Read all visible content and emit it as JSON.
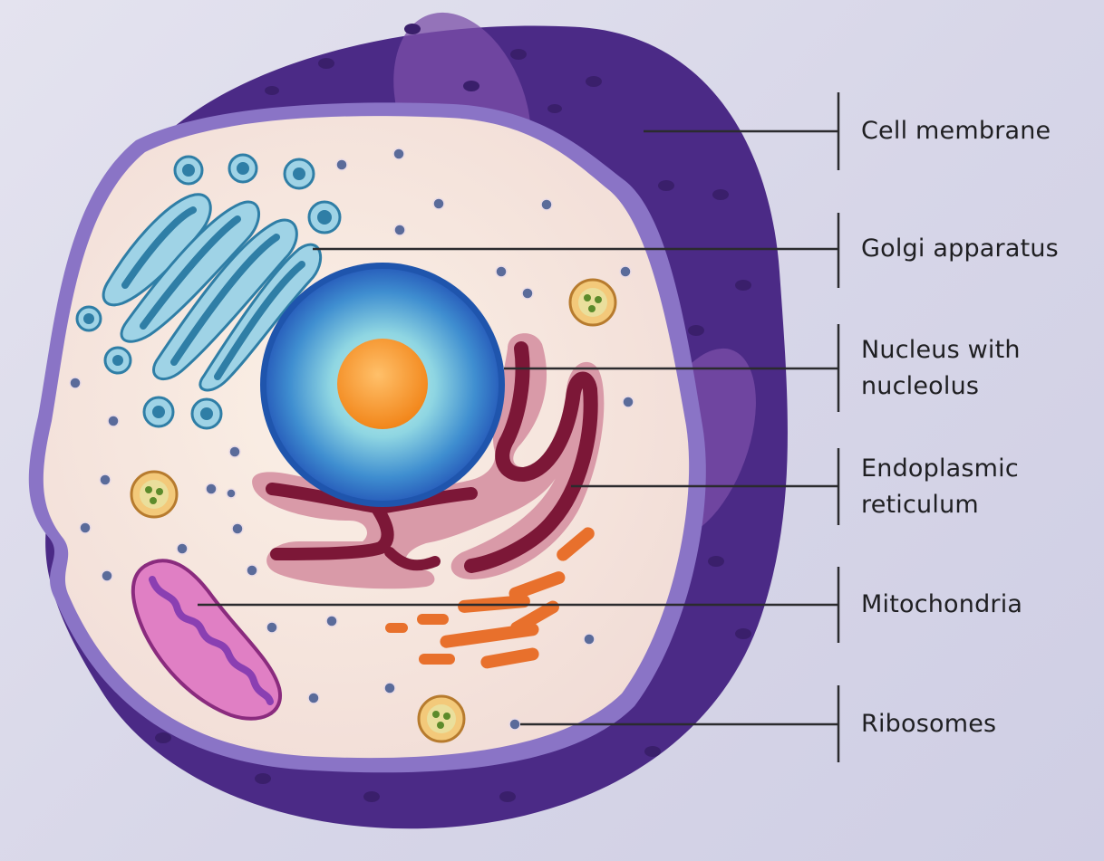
{
  "labels": {
    "cell_membrane": "Cell membrane",
    "golgi": "Golgi apparatus",
    "nucleus_line1": "Nucleus with",
    "nucleus_line2": "nucleolus",
    "er_line1": "Endoplasmic",
    "er_line2": "reticulum",
    "mitochondria": "Mitochondria",
    "ribosomes": "Ribosomes"
  },
  "colors": {
    "background": "#dcdbea",
    "outer_membrane": "#4b2a86",
    "membrane_edge": "#8a74c6",
    "cytoplasm": "#f6e6dc",
    "golgi": "#3b8fb4",
    "golgi_light": "#9fd3e6",
    "nucleus_outer": "#2a6cc4",
    "nucleus_inner": "#9fe3e6",
    "nucleolus": "#f5941f",
    "er": "#7c1737",
    "er_light": "#d99aa8",
    "mitochondria": "#c548a6",
    "mito_inner": "#8a3fb2",
    "orange_organelle": "#e8702c",
    "vesicle": "#7ea23d",
    "ribosome": "#5a6b9a",
    "leader_line": "#2b2b2e"
  }
}
